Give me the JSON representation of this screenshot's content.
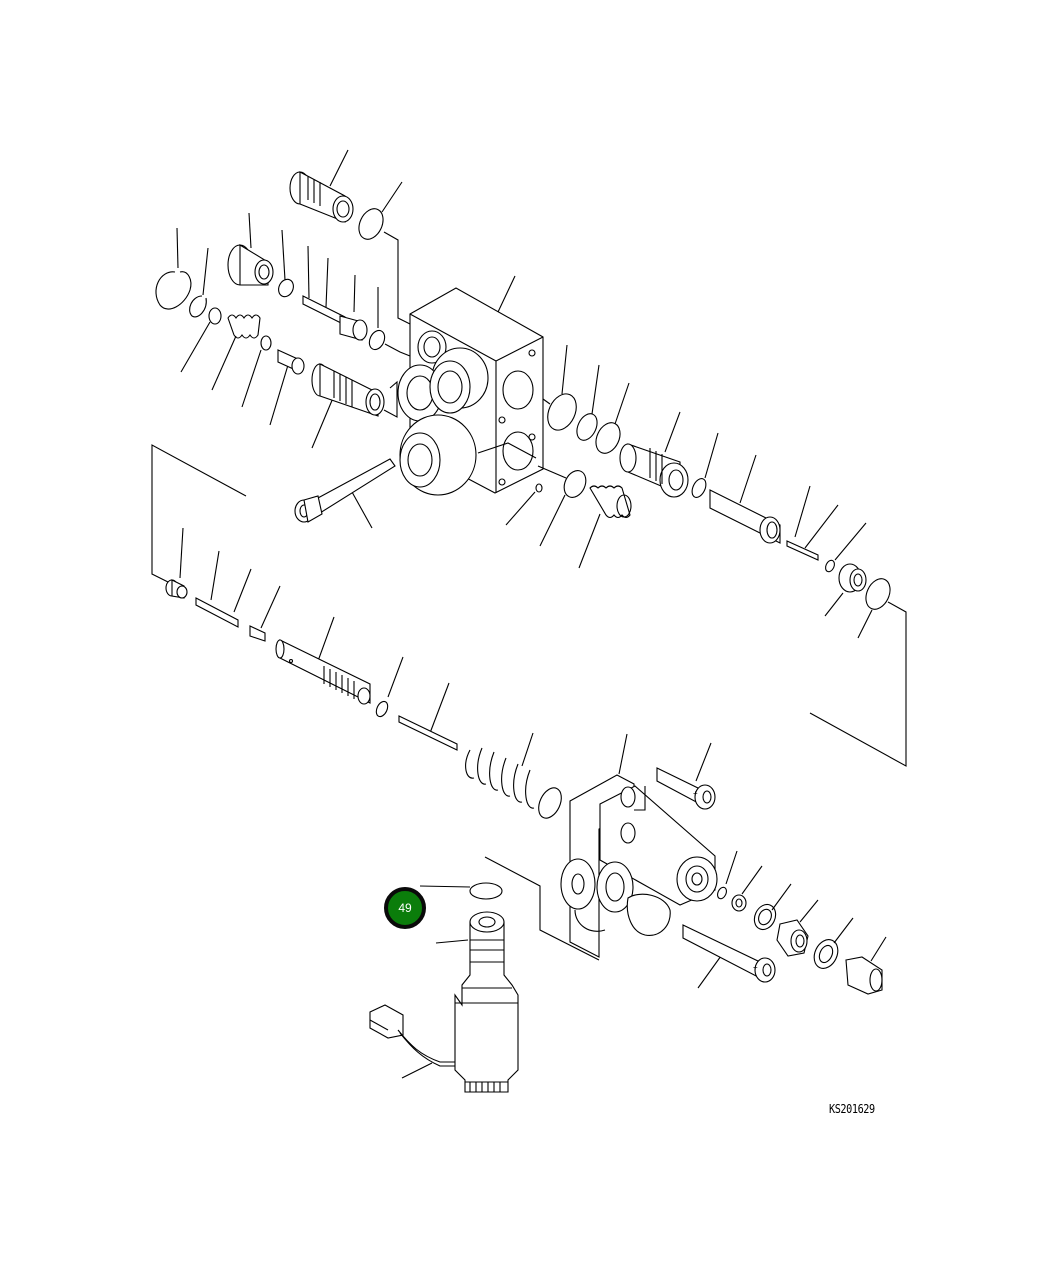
{
  "diagram": {
    "title": "Exploded view - hydraulic control valve assembly",
    "drawing_code": "KS201629",
    "background_color": "#ffffff",
    "line_color": "#000000",
    "callouts": [
      {
        "label": "49",
        "fill_color": "#0b7d0b",
        "border_color": "#0a0a0a",
        "text_color": "#ffffff",
        "points_to": "o-ring above solenoid valve"
      }
    ],
    "parts": [
      "snap-ring-large",
      "snap-ring-small",
      "washer",
      "spring",
      "o-ring",
      "sleeve",
      "plug-upper",
      "plug-left",
      "o-ring-small",
      "spool-pin",
      "piston",
      "o-ring",
      "valve-body-upper",
      "spool-sleeve",
      "mounting-bolt-long",
      "o-ring-right-1",
      "o-ring-right-2",
      "o-ring-right-3",
      "plug-right",
      "o-ring-right-4",
      "spool-right",
      "pin-small",
      "o-ring-tiny",
      "cap",
      "o-ring-large-right",
      "dowel-pin",
      "o-ring-body",
      "spring-body",
      "plug-small",
      "pin-valve",
      "seat",
      "retainer",
      "spool-long",
      "snap-ring",
      "spring-thin",
      "spring-large",
      "valve-body-lower",
      "bolt-upper",
      "bolt-lower",
      "o-ring-lower",
      "nut",
      "washer-lower",
      "plug-hex",
      "seal-ring",
      "cap-nut",
      "o-ring-49",
      "solenoid-valve",
      "connector"
    ]
  }
}
